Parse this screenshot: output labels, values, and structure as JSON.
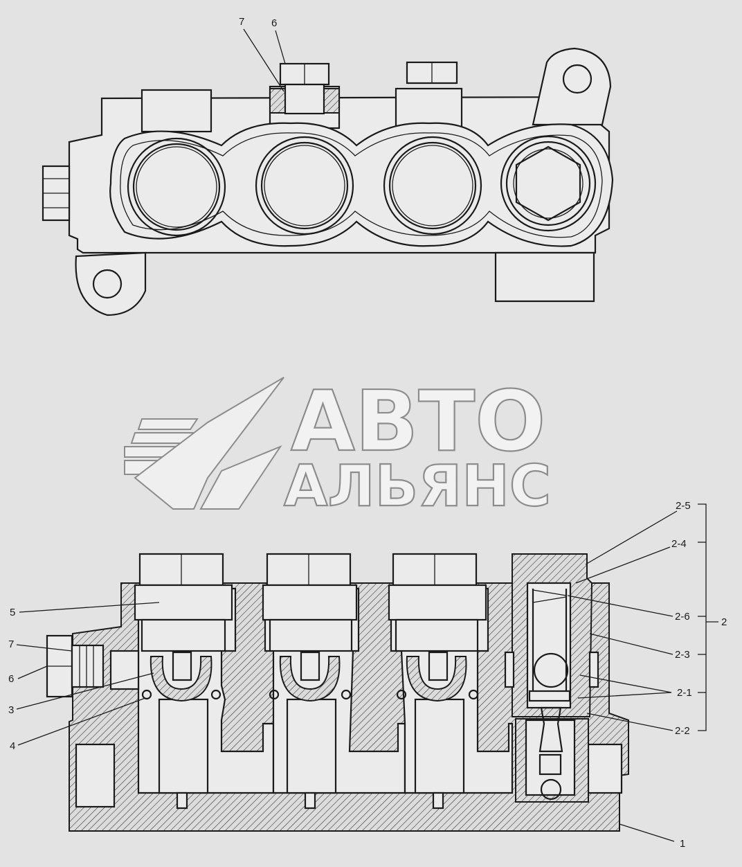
{
  "watermark": {
    "line1": "АВТО",
    "line2": "АЛЬЯНС"
  },
  "top_view": {
    "callouts": [
      {
        "id": "7",
        "label": "7"
      },
      {
        "id": "6",
        "label": "6"
      }
    ]
  },
  "section_view": {
    "left_callouts": [
      {
        "id": "5",
        "label": "5"
      },
      {
        "id": "7",
        "label": "7"
      },
      {
        "id": "6",
        "label": "6"
      },
      {
        "id": "3",
        "label": "3"
      },
      {
        "id": "4",
        "label": "4"
      }
    ],
    "right_callouts": [
      {
        "id": "2-5",
        "label": "2-5"
      },
      {
        "id": "2-4",
        "label": "2-4"
      },
      {
        "id": "2-6",
        "label": "2-6"
      },
      {
        "id": "2-3",
        "label": "2-3"
      },
      {
        "id": "2-1",
        "label": "2-1"
      },
      {
        "id": "2-2",
        "label": "2-2"
      }
    ],
    "group_label": "2",
    "body_label": "1"
  }
}
